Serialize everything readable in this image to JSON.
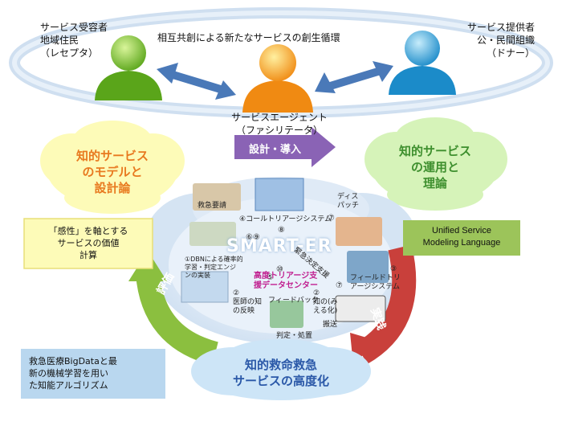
{
  "top": {
    "cycle_label": "相互共創による新たなサービスの創生循環",
    "receiver_label": [
      "サービス受容者",
      "地域住民",
      "（レセプタ）"
    ],
    "provider_label": [
      "サービス提供者",
      "公・民間組織",
      "（ドナー）"
    ],
    "agent_label": [
      "サービスエージェント",
      "（ファシリテータ）"
    ]
  },
  "arrows": {
    "design": "設計・導入",
    "practice": "実践",
    "evaluate": "評価"
  },
  "clouds": {
    "left": [
      "知的サービス",
      "のモデルと",
      "設計論"
    ],
    "right": [
      "知的サービス",
      "の運用と",
      "理論"
    ],
    "bottom": [
      "知的救命救急",
      "サービスの高度化"
    ]
  },
  "boxes": {
    "kansei": [
      "「感性」を軸とする",
      "サービスの価値",
      "計算"
    ],
    "usml": [
      "Unified Service",
      "Modeling Language"
    ],
    "bigdata": [
      "救急医療BigDataと最",
      "新の機械学習を用い",
      "た知能アルゴリズム"
    ]
  },
  "center": {
    "title": "SMART-ER",
    "kyukyu_yosei": "救急要請",
    "call_triage": "④コールトリアージシステム",
    "dispatch": [
      "ディス",
      "パッチ"
    ],
    "n8": "⑧",
    "n69": "⑥⑨",
    "n7a": "⑦",
    "n7b": "⑦",
    "kinkyu": "緊急決定支援",
    "field_triage": [
      "③",
      "フィールドトリ",
      "アージシステム"
    ],
    "n10": "⑩",
    "n5": "⑤",
    "center_name": [
      "高度トリアージ支",
      "援データセンター"
    ],
    "dbn": [
      "①DBNによる確率的",
      "学習・判定エンジ",
      "ンの実装"
    ],
    "feedback": "フィードバック",
    "n2a": [
      "②",
      "医師の知",
      "の反映"
    ],
    "n2b": [
      "②",
      "知の(み",
      "える化)"
    ],
    "hanso": "搬送",
    "hantei": "判定・処置"
  }
}
